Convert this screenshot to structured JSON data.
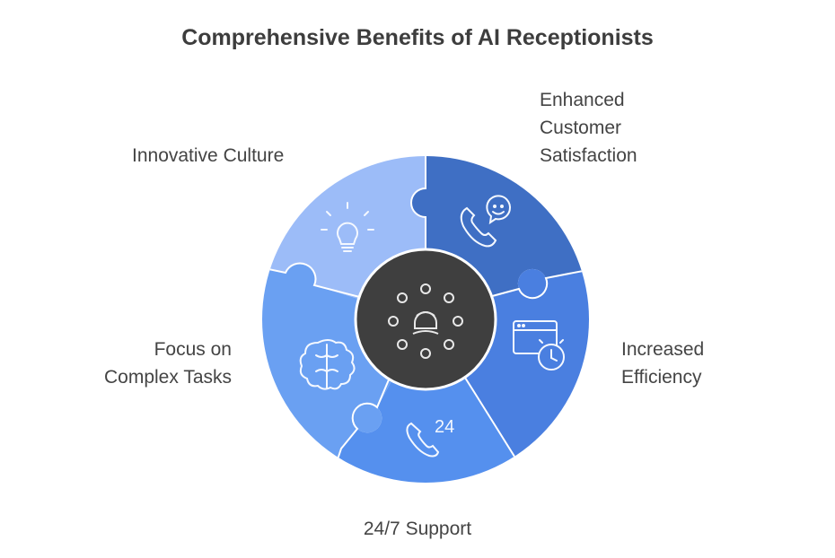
{
  "title": "Comprehensive Benefits of AI Receptionists",
  "colors": {
    "innovative_culture": "#9cbcf8",
    "enhanced_satisfaction": "#3f6fc4",
    "increased_efficiency": "#4a7fe0",
    "support_24_7": "#5590ee",
    "focus_complex": "#6aa0f2",
    "hub": "#3f3f3f"
  },
  "segments": [
    {
      "label_lines": [
        "Innovative Culture"
      ],
      "icon": "lightbulb-icon"
    },
    {
      "label_lines": [
        "Enhanced",
        "Customer",
        "Satisfaction"
      ],
      "icon": "phone-chat-icon"
    },
    {
      "label_lines": [
        "Increased",
        "Efficiency"
      ],
      "icon": "browser-clock-icon"
    },
    {
      "label_lines": [
        "24/7 Support"
      ],
      "icon": "phone-24-icon",
      "icon_text": "24"
    },
    {
      "label_lines": [
        "Focus on",
        "Complex Tasks"
      ],
      "icon": "brain-icon"
    }
  ],
  "hub": {
    "icon": "ai-receptionist-icon"
  }
}
